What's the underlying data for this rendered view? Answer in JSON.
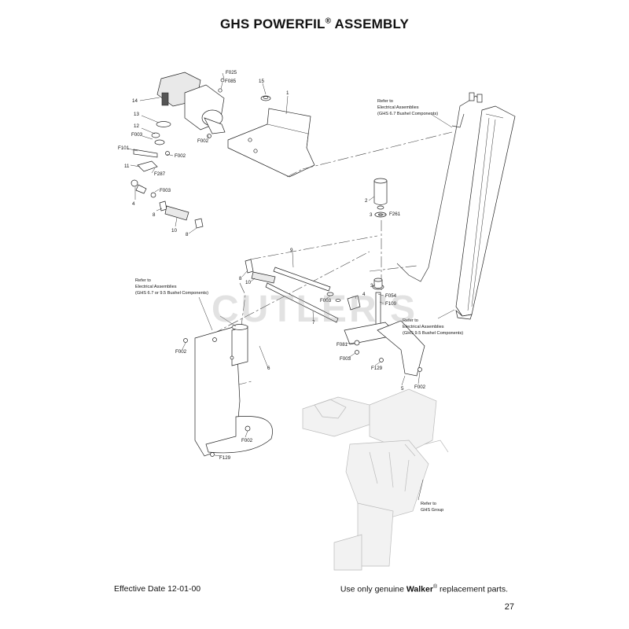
{
  "title": {
    "main": "GHS POWERFIL",
    "reg": "®",
    "suffix": " ASSEMBLY"
  },
  "watermark": "CUTLER'S",
  "callouts": {
    "F025": "F025",
    "F085": "F085",
    "p15": "15",
    "p1": "1",
    "p14": "14",
    "p13": "13",
    "p12": "12",
    "F003a": "F003",
    "F002a": "F002",
    "F101": "F101",
    "F002b": "F002",
    "p11": "11",
    "F287": "F287",
    "p4a": "4",
    "F003b": "F003",
    "p8a": "8",
    "p10a": "10",
    "p8b": "8",
    "p2": "2",
    "p3a": "3",
    "F261": "F261",
    "p9": "9",
    "p8c": "8",
    "p10b": "10",
    "p3b": "3",
    "p4b": "4",
    "F054": "F054",
    "F003c": "F003",
    "F109": "F109",
    "p7": "7",
    "F002c": "F002",
    "p6": "6",
    "F081": "F081",
    "F003d": "F003",
    "F129a": "F129",
    "p5": "5",
    "F002d": "F002",
    "F002e": "F002",
    "F129b": "F129"
  },
  "notes": {
    "elec67": [
      "Refer to",
      "Electrical Assemblies",
      "(GHS 6.7 Bushel Components)"
    ],
    "elec95a": [
      "Refer to",
      "Electrical Assemblies",
      "(GHS 6.7 or 9.5 Bushel Components)"
    ],
    "elec95b": [
      "Refer to",
      "Electrical Assemblies",
      "(GHS 9.5 Bushel Components)"
    ],
    "ghs": [
      "Refer to",
      "GHS Group"
    ]
  },
  "footer": {
    "effective": "Effective Date 12-01-00",
    "use_pre": "Use only genuine ",
    "brand": "Walker",
    "reg": "®",
    "use_post": " replacement parts.",
    "page_number": "27"
  }
}
